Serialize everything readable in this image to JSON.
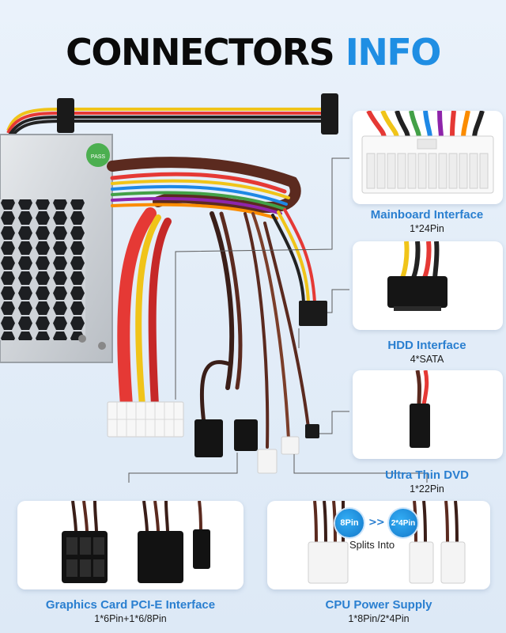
{
  "header": {
    "title_main": "CONNECTORS",
    "title_accent": "INFO"
  },
  "psu": {
    "sticker_text": "PASS"
  },
  "connectors": [
    {
      "name": "Mainboard Interface",
      "spec": "1*24Pin"
    },
    {
      "name": "HDD Interface",
      "spec": "4*SATA"
    },
    {
      "name": "Ultra Thin DVD",
      "spec": "1*22Pin"
    },
    {
      "name": "Graphics Card PCI-E Interface",
      "spec": "1*6Pin+1*6/8Pin"
    },
    {
      "name": "CPU Power Supply",
      "spec": "1*8Pin/2*4Pin"
    }
  ],
  "cpu_split": {
    "from_label": "8Pin",
    "arrow": ">>",
    "to_label": "2*4Pin",
    "caption": "Splits Into"
  },
  "colors": {
    "accent": "#1f8ee3",
    "label_blue": "#2a7fd0",
    "background": "#e3edf8"
  }
}
